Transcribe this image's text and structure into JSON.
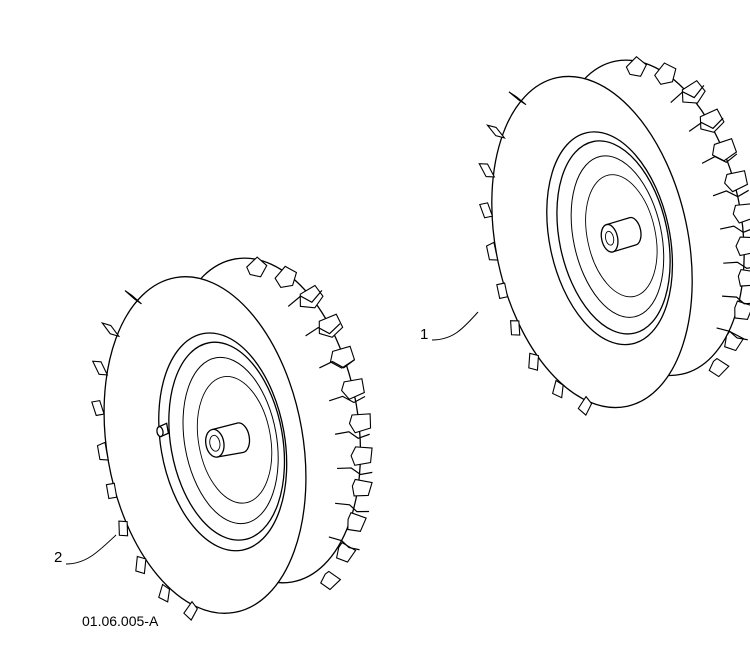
{
  "callouts": [
    {
      "number": "1"
    },
    {
      "number": "2"
    }
  ],
  "figure_ref": "01.06.005-A",
  "parts": [
    {
      "callout": "1",
      "shape": "tire-wheel-assembly",
      "variant": "plain-axle-hub"
    },
    {
      "callout": "2",
      "shape": "tire-wheel-assembly",
      "variant": "hub-with-pin-hole"
    }
  ],
  "style": {
    "line_color": "#000000",
    "fill_color": "#ffffff"
  }
}
